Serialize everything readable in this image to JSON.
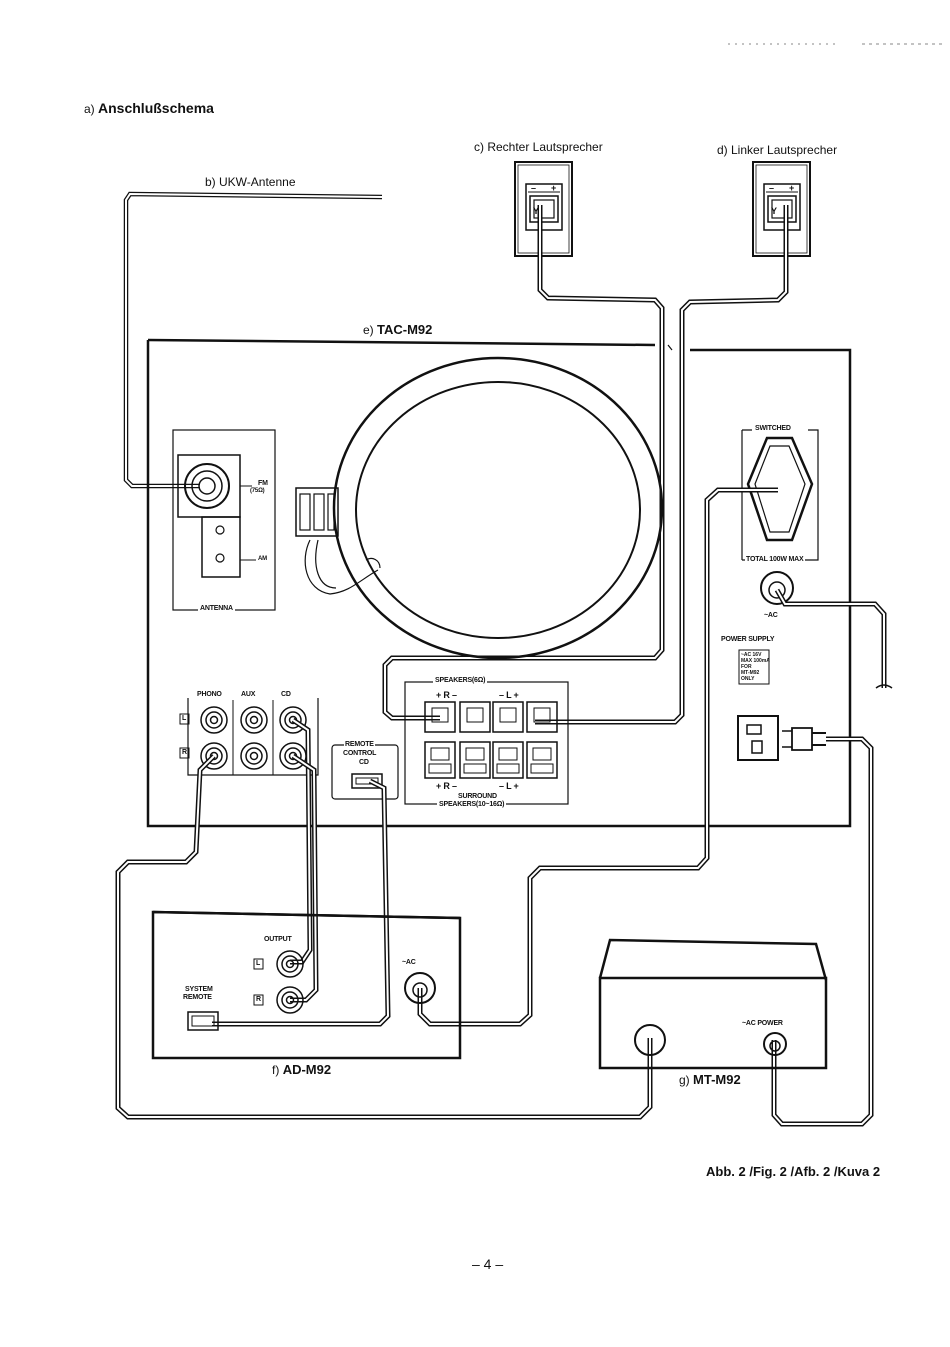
{
  "title": {
    "prefix": "a)",
    "text": "Anschlußschema"
  },
  "labels": {
    "fm_antenna": "b) UKW-Antenne",
    "right_speaker": "c) Rechter Lautsprecher",
    "left_speaker": "d) Linker Lautsprecher",
    "receiver": {
      "prefix": "e)",
      "name": "TAC-M92"
    },
    "cassette": {
      "prefix": "f)",
      "name": "AD-M92"
    },
    "tuner_unit": {
      "prefix": "g)",
      "name": "MT-M92"
    }
  },
  "receiver_panel": {
    "antenna": "ANTENNA",
    "fm": "FM",
    "fm_ohm": "(75Ω)",
    "am": "AM",
    "phono": "PHONO",
    "aux": "AUX",
    "cd": "CD",
    "ch_l": "L",
    "ch_r": "R",
    "remote_control": "REMOTE",
    "remote_control_2": "CONTROL",
    "remote_cd": "CD",
    "speakers": "SPEAKERS(6Ω)",
    "spk_polarity_top_left": "+ R –",
    "spk_polarity_top_right": "– L +",
    "spk_polarity_bot_left": "+ R –",
    "spk_polarity_bot_right": "– L +",
    "surround": "SURROUND",
    "surround_speakers": "SPEAKERS(10~16Ω)",
    "switched": "SWITCHED",
    "total_max": "TOTAL 100W MAX",
    "ac": "~AC",
    "power_supply": "POWER SUPPLY",
    "rating_1": "~AC 16V",
    "rating_2": "MAX 100mA",
    "rating_3": "FOR",
    "rating_4": "MT-M92",
    "rating_5": "ONLY"
  },
  "cassette_panel": {
    "output": "OUTPUT",
    "ch_l": "L",
    "ch_r": "R",
    "system_remote_1": "SYSTEM",
    "system_remote_2": "REMOTE",
    "ac": "~AC"
  },
  "tuner_panel": {
    "ac_power": "~AC POWER"
  },
  "figure_caption": "Abb. 2 /Fig. 2 /Afb. 2 /Kuva 2",
  "page_number": "– 4 –"
}
